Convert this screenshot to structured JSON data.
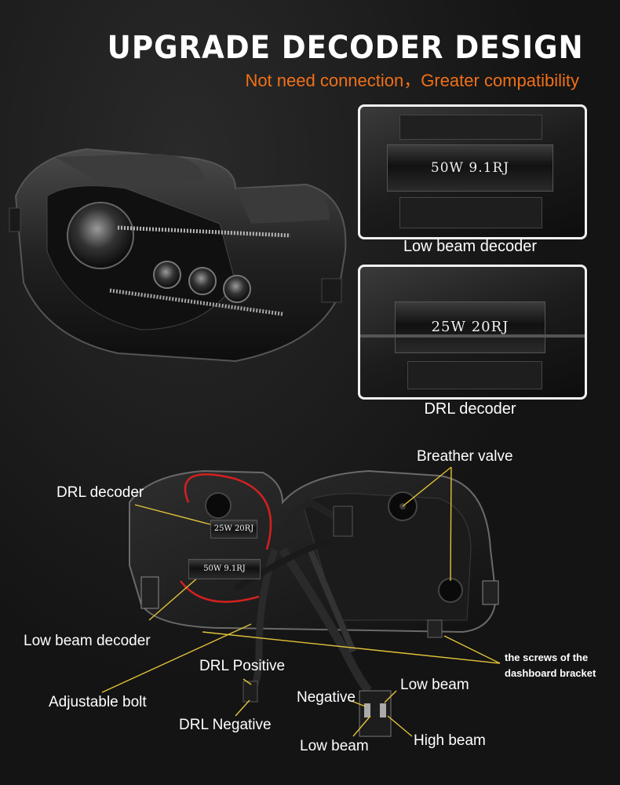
{
  "header": {
    "title": "UPGRADE DECODER DESIGN",
    "subtitle": "Not need connection，Greater compatibility"
  },
  "photos": {
    "low_beam": {
      "resistor_text": "50W 9.1RJ",
      "caption": "Low beam decoder"
    },
    "drl": {
      "resistor_text": "25W 20RJ",
      "caption": "DRL decoder"
    }
  },
  "diagram": {
    "drl_resistor_text": "25W 20RJ",
    "low_resistor_text": "50W 9.1RJ",
    "labels": {
      "breather_valve": "Breather valve",
      "drl_decoder": "DRL decoder",
      "low_beam_decoder": "Low beam decoder",
      "screws_line1": "the screws of the",
      "screws_line2": "dashboard bracket",
      "drl_positive": "DRL Positive",
      "adjustable_bolt": "Adjustable bolt",
      "drl_negative": "DRL Negative",
      "negative": "Negative",
      "low_beam_top": "Low beam",
      "low_beam_bottom": "Low beam",
      "high_beam": "High beam"
    }
  },
  "colors": {
    "accent": "#f07018",
    "leader": "#e2c23a"
  }
}
